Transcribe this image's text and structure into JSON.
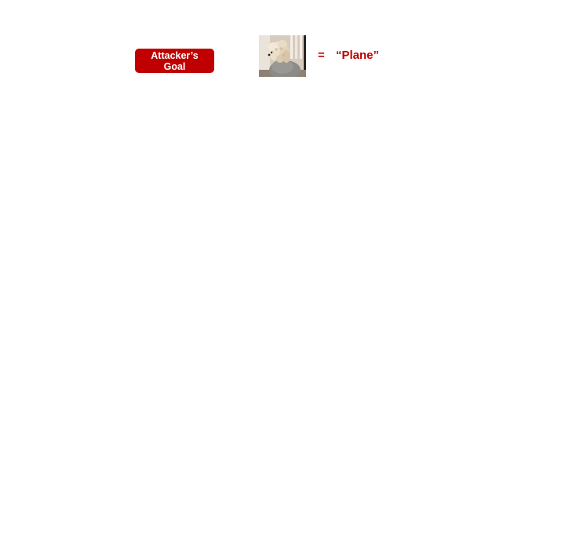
{
  "goal_badge": {
    "line1": "Attacker’s",
    "line2": "Goal",
    "color": "#c00000"
  },
  "image": {
    "subject": "dog-photo"
  },
  "equation": {
    "equals": "=",
    "target": "“Plane”"
  }
}
